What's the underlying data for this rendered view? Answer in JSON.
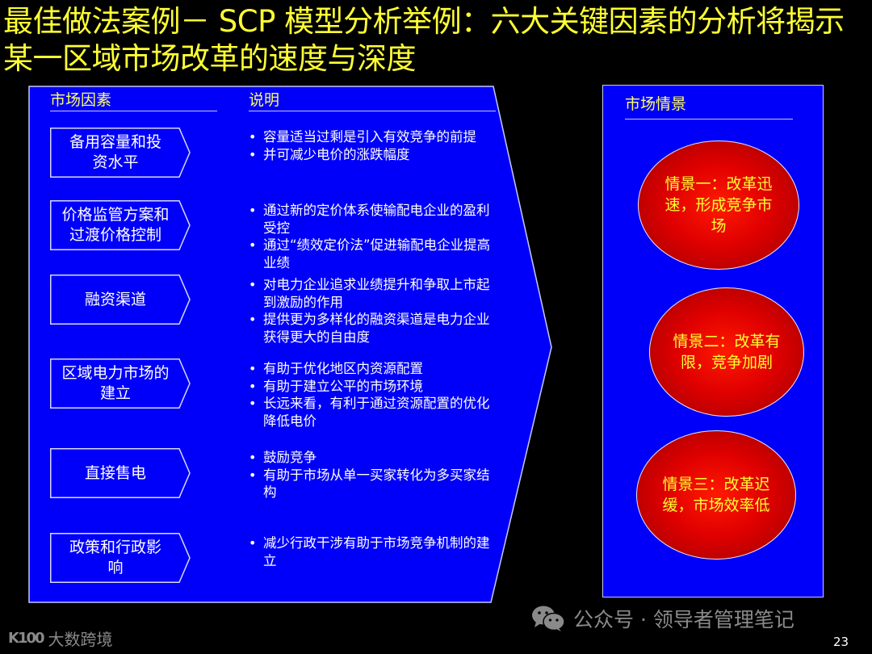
{
  "slide": {
    "title": "最佳做法案例－ SCP 模型分析举例：六大关键因素的分析将揭示某一区域市场改革的速度与深度",
    "page_number": "23"
  },
  "left_panel": {
    "factors_header": "市场因素",
    "description_header": "说明",
    "rows": [
      {
        "factor": "备用容量和投资水平",
        "bullets": [
          "容量适当过剩是引入有效竞争的前提",
          "并可减少电价的涨跌幅度"
        ]
      },
      {
        "factor": "价格监管方案和过渡价格控制",
        "bullets": [
          "通过新的定价体系使输配电企业的盈利受控",
          "通过“绩效定价法”促进输配电企业提高业绩"
        ]
      },
      {
        "factor": "融资渠道",
        "bullets": [
          "对电力企业追求业绩提升和争取上市起到激励的作用",
          "提供更为多样化的融资渠道是电力企业获得更大的自由度"
        ]
      },
      {
        "factor": "区域电力市场的建立",
        "bullets": [
          "有助于优化地区内资源配置",
          "有助于建立公平的市场环境",
          "长远来看，有利于通过资源配置的优化降低电价"
        ]
      },
      {
        "factor": "直接售电",
        "bullets": [
          "鼓励竞争",
          "有助于市场从单一买家转化为多买家结构"
        ]
      },
      {
        "factor": "政策和行政影响",
        "bullets": [
          "减少行政干涉有助于市场竞争机制的建立"
        ]
      }
    ]
  },
  "right_panel": {
    "header": "市场情景",
    "scenarios": [
      "情景一：改革迅速，形成竞争市场",
      "情景二：改革有限，竞争加剧",
      "情景三：改革迟缓，市场效率低"
    ]
  },
  "footer": {
    "logo_text": "大数跨境",
    "logo_mark": "K100",
    "wechat_text": "公众号 · 领导者管理笔记"
  },
  "colors": {
    "background": "#000000",
    "panel_blue": "#0000fa",
    "title_yellow": "#ffff33",
    "header_yellow": "#ffff66",
    "ellipse_red": "#e00000",
    "outline": "#c8c8ff"
  }
}
